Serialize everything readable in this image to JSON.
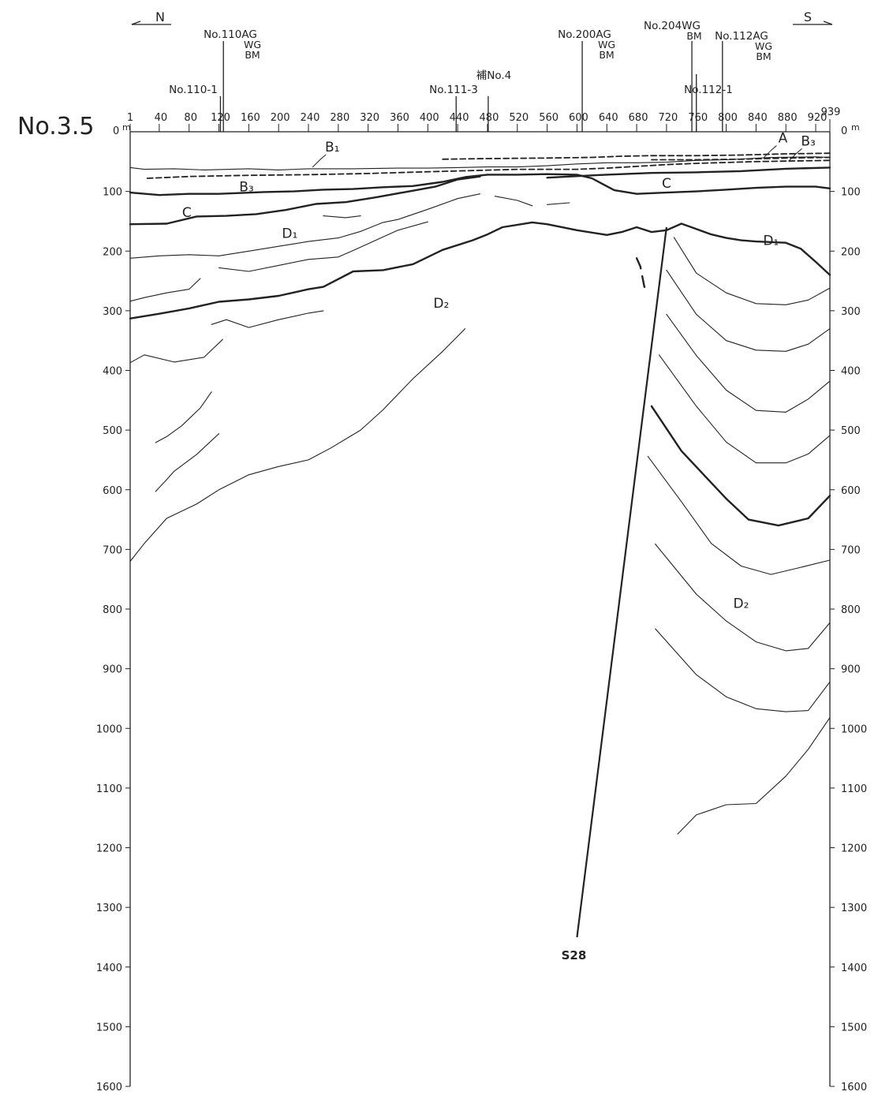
{
  "section_name": "No.3.5",
  "orientation": {
    "left": "N",
    "right": "S"
  },
  "distance_axis": {
    "unit": "m",
    "ticks": [
      "1",
      "40",
      "80",
      "120",
      "160",
      "200",
      "240",
      "280",
      "320",
      "360",
      "400",
      "440",
      "480",
      "520",
      "560",
      "600",
      "640",
      "680",
      "720",
      "760",
      "800",
      "840",
      "880",
      "920"
    ],
    "end_label": "939"
  },
  "depth_axis": {
    "unit": "m",
    "ticks": [
      "0",
      "100",
      "200",
      "300",
      "400",
      "500",
      "600",
      "700",
      "800",
      "900",
      "1000",
      "1100",
      "1200",
      "1300",
      "1400",
      "1500",
      "1600"
    ]
  },
  "boreholes": [
    {
      "name": "No.110-1",
      "distance_m": 122,
      "bottom_m": 145
    },
    {
      "name": "No.110AG",
      "extra_lines": [
        "WG",
        "BM"
      ],
      "distance_m": 126,
      "bottom_m": 145
    },
    {
      "name": "No.111-3",
      "distance_m": 438,
      "bottom_m": 45
    },
    {
      "name": "補No.4",
      "distance_m": 481,
      "bottom_m": 45
    },
    {
      "name": "No.200AG",
      "extra_lines": [
        "WG",
        "BM"
      ],
      "distance_m": 607,
      "bottom_m": 30
    },
    {
      "name": "No.204WG",
      "extra_lines": [
        "BM"
      ],
      "distance_m": 754,
      "bottom_m": 50
    },
    {
      "name": "No.112-1",
      "distance_m": 760,
      "bottom_m": 45
    },
    {
      "name": "No.112AG",
      "extra_lines": [
        "WG",
        "BM"
      ],
      "distance_m": 795,
      "bottom_m": 30
    }
  ],
  "unit_labels": [
    {
      "text": "A",
      "distance_m": 876,
      "depth_m": 10,
      "leader": true
    },
    {
      "text": "B₁",
      "distance_m": 272,
      "depth_m": 25,
      "leader": true
    },
    {
      "text": "B₃",
      "distance_m": 910,
      "depth_m": 15,
      "leader": true
    },
    {
      "text": "B₃",
      "distance_m": 157,
      "depth_m": 92
    },
    {
      "text": "C",
      "distance_m": 720,
      "depth_m": 86
    },
    {
      "text": "C",
      "distance_m": 77,
      "depth_m": 135
    },
    {
      "text": "D₁",
      "distance_m": 215,
      "depth_m": 170
    },
    {
      "text": "D₁",
      "distance_m": 860,
      "depth_m": 182
    },
    {
      "text": "D₂",
      "distance_m": 418,
      "depth_m": 287
    },
    {
      "text": "D₂",
      "distance_m": 820,
      "depth_m": 790
    }
  ],
  "fault": {
    "name": "S28",
    "top": {
      "distance_m": 720,
      "depth_m": 160
    },
    "bottom": {
      "distance_m": 600,
      "depth_m": 1350
    }
  },
  "lines": [
    {
      "style": "thin",
      "points": [
        [
          1,
          60
        ],
        [
          20,
          63
        ],
        [
          60,
          62
        ],
        [
          100,
          64
        ],
        [
          160,
          62
        ],
        [
          200,
          64
        ],
        [
          240,
          62
        ],
        [
          300,
          62
        ],
        [
          360,
          61
        ],
        [
          400,
          61
        ],
        [
          440,
          60
        ],
        [
          480,
          59
        ],
        [
          520,
          59
        ],
        [
          560,
          57
        ],
        [
          600,
          54
        ],
        [
          640,
          52
        ],
        [
          680,
          52
        ],
        [
          720,
          51
        ],
        [
          760,
          48
        ],
        [
          800,
          47
        ],
        [
          860,
          43
        ],
        [
          920,
          42
        ],
        [
          939,
          43
        ]
      ]
    },
    {
      "style": "dashed",
      "points": [
        [
          24,
          78
        ],
        [
          80,
          75
        ],
        [
          160,
          73
        ],
        [
          240,
          72
        ],
        [
          320,
          70
        ],
        [
          400,
          67
        ],
        [
          460,
          65
        ],
        [
          520,
          63
        ],
        [
          600,
          63
        ],
        [
          640,
          61
        ],
        [
          680,
          58
        ],
        [
          720,
          55
        ],
        [
          760,
          53
        ],
        [
          840,
          50
        ],
        [
          939,
          48
        ]
      ]
    },
    {
      "style": "dashed",
      "points": [
        [
          420,
          46
        ],
        [
          480,
          45
        ],
        [
          560,
          44
        ],
        [
          620,
          43
        ],
        [
          660,
          41
        ],
        [
          700,
          40
        ],
        [
          760,
          40
        ],
        [
          820,
          39
        ],
        [
          880,
          37
        ],
        [
          939,
          36
        ]
      ]
    },
    {
      "style": "dashed",
      "points": [
        [
          700,
          47
        ],
        [
          760,
          47
        ],
        [
          820,
          46
        ],
        [
          880,
          44
        ],
        [
          939,
          43
        ]
      ]
    },
    {
      "style": "thick",
      "points": [
        [
          1,
          102
        ],
        [
          40,
          106
        ],
        [
          80,
          104
        ],
        [
          120,
          104
        ],
        [
          180,
          101
        ],
        [
          220,
          100
        ],
        [
          260,
          97
        ],
        [
          300,
          96
        ],
        [
          340,
          93
        ],
        [
          380,
          91
        ],
        [
          420,
          84
        ],
        [
          450,
          76
        ],
        [
          480,
          72
        ],
        [
          520,
          72
        ],
        [
          560,
          71
        ],
        [
          600,
          72
        ],
        [
          620,
          78
        ],
        [
          650,
          98
        ],
        [
          680,
          104
        ],
        [
          720,
          102
        ],
        [
          760,
          100
        ],
        [
          800,
          97
        ],
        [
          840,
          94
        ],
        [
          880,
          92
        ],
        [
          920,
          92
        ],
        [
          939,
          95
        ]
      ]
    },
    {
      "style": "thick",
      "points": [
        [
          1,
          155
        ],
        [
          50,
          154
        ],
        [
          90,
          142
        ],
        [
          130,
          141
        ],
        [
          170,
          138
        ],
        [
          210,
          131
        ],
        [
          250,
          121
        ],
        [
          290,
          118
        ],
        [
          330,
          110
        ],
        [
          370,
          101
        ],
        [
          410,
          92
        ],
        [
          440,
          80
        ],
        [
          470,
          75
        ]
      ]
    },
    {
      "style": "thick",
      "points": [
        [
          560,
          77
        ],
        [
          640,
          72
        ],
        [
          700,
          69
        ],
        [
          760,
          68
        ],
        [
          820,
          66
        ],
        [
          880,
          62
        ],
        [
          939,
          60
        ]
      ]
    },
    {
      "style": "thin",
      "points": [
        [
          260,
          141
        ],
        [
          290,
          144
        ],
        [
          310,
          141
        ]
      ]
    },
    {
      "style": "thin",
      "points": [
        [
          490,
          108
        ],
        [
          520,
          115
        ],
        [
          540,
          124
        ]
      ]
    },
    {
      "style": "thin",
      "points": [
        [
          560,
          122
        ],
        [
          590,
          119
        ]
      ]
    },
    {
      "style": "thin",
      "points": [
        [
          1,
          212
        ],
        [
          40,
          208
        ],
        [
          80,
          206
        ],
        [
          120,
          208
        ],
        [
          160,
          200
        ],
        [
          200,
          192
        ],
        [
          240,
          184
        ],
        [
          280,
          178
        ],
        [
          310,
          167
        ],
        [
          340,
          152
        ],
        [
          360,
          147
        ],
        [
          400,
          130
        ],
        [
          440,
          112
        ],
        [
          470,
          104
        ]
      ]
    },
    {
      "style": "thin",
      "points": [
        [
          120,
          228
        ],
        [
          160,
          234
        ],
        [
          200,
          224
        ],
        [
          240,
          214
        ],
        [
          280,
          210
        ],
        [
          300,
          199
        ],
        [
          330,
          182
        ],
        [
          360,
          165
        ],
        [
          400,
          151
        ]
      ]
    },
    {
      "style": "thin",
      "points": [
        [
          1,
          284
        ],
        [
          20,
          278
        ],
        [
          50,
          270
        ],
        [
          80,
          264
        ],
        [
          95,
          246
        ]
      ]
    },
    {
      "style": "thick",
      "points": [
        [
          1,
          313
        ],
        [
          40,
          305
        ],
        [
          80,
          296
        ],
        [
          120,
          285
        ],
        [
          160,
          281
        ],
        [
          200,
          275
        ],
        [
          240,
          264
        ],
        [
          260,
          260
        ],
        [
          300,
          234
        ],
        [
          340,
          232
        ],
        [
          380,
          222
        ],
        [
          420,
          198
        ],
        [
          460,
          182
        ],
        [
          480,
          172
        ],
        [
          500,
          160
        ],
        [
          540,
          152
        ],
        [
          560,
          155
        ],
        [
          600,
          165
        ],
        [
          640,
          173
        ],
        [
          660,
          168
        ],
        [
          680,
          160
        ],
        [
          700,
          168
        ],
        [
          720,
          165
        ],
        [
          740,
          154
        ],
        [
          760,
          163
        ],
        [
          780,
          172
        ],
        [
          800,
          178
        ],
        [
          820,
          182
        ],
        [
          840,
          184
        ],
        [
          880,
          186
        ],
        [
          900,
          196
        ],
        [
          920,
          218
        ],
        [
          939,
          240
        ]
      ]
    },
    {
      "style": "thick-dashed",
      "points": [
        [
          680,
          212
        ],
        [
          685,
          226
        ],
        [
          690,
          258
        ],
        [
          693,
          270
        ]
      ]
    },
    {
      "style": "thin",
      "points": [
        [
          110,
          323
        ],
        [
          130,
          315
        ],
        [
          160,
          328
        ],
        [
          200,
          315
        ],
        [
          240,
          304
        ],
        [
          260,
          300
        ]
      ]
    },
    {
      "style": "thin",
      "points": [
        [
          1,
          387
        ],
        [
          20,
          374
        ],
        [
          60,
          386
        ],
        [
          100,
          378
        ],
        [
          125,
          348
        ]
      ]
    },
    {
      "style": "thin",
      "points": [
        [
          1,
          720
        ],
        [
          20,
          690
        ],
        [
          50,
          648
        ],
        [
          90,
          624
        ],
        [
          120,
          600
        ],
        [
          160,
          575
        ],
        [
          200,
          561
        ],
        [
          240,
          550
        ],
        [
          270,
          530
        ],
        [
          310,
          500
        ],
        [
          340,
          466
        ],
        [
          380,
          414
        ],
        [
          420,
          368
        ],
        [
          450,
          330
        ]
      ]
    },
    {
      "style": "thin",
      "points": [
        [
          35,
          521
        ],
        [
          50,
          511
        ],
        [
          70,
          493
        ],
        [
          95,
          463
        ],
        [
          110,
          436
        ]
      ]
    },
    {
      "style": "thin",
      "points": [
        [
          35,
          603
        ],
        [
          50,
          583
        ],
        [
          60,
          569
        ],
        [
          90,
          541
        ],
        [
          120,
          506
        ]
      ]
    },
    {
      "style": "thin",
      "points": [
        [
          730,
          177
        ],
        [
          760,
          237
        ],
        [
          800,
          270
        ],
        [
          840,
          288
        ],
        [
          880,
          290
        ],
        [
          910,
          282
        ],
        [
          939,
          262
        ]
      ]
    },
    {
      "style": "thin",
      "points": [
        [
          720,
          232
        ],
        [
          760,
          306
        ],
        [
          800,
          350
        ],
        [
          840,
          366
        ],
        [
          880,
          368
        ],
        [
          910,
          356
        ],
        [
          939,
          330
        ]
      ]
    },
    {
      "style": "thin",
      "points": [
        [
          720,
          306
        ],
        [
          760,
          375
        ],
        [
          800,
          433
        ],
        [
          840,
          467
        ],
        [
          880,
          470
        ],
        [
          910,
          448
        ],
        [
          939,
          418
        ]
      ]
    },
    {
      "style": "thin",
      "points": [
        [
          710,
          374
        ],
        [
          760,
          460
        ],
        [
          800,
          520
        ],
        [
          840,
          555
        ],
        [
          880,
          555
        ],
        [
          910,
          540
        ],
        [
          939,
          509
        ]
      ]
    },
    {
      "style": "thick",
      "points": [
        [
          700,
          460
        ],
        [
          740,
          535
        ],
        [
          800,
          615
        ],
        [
          830,
          650
        ],
        [
          870,
          660
        ],
        [
          910,
          648
        ],
        [
          939,
          610
        ]
      ]
    },
    {
      "style": "thin",
      "points": [
        [
          695,
          544
        ],
        [
          740,
          620
        ],
        [
          780,
          690
        ],
        [
          820,
          728
        ],
        [
          860,
          742
        ],
        [
          900,
          730
        ],
        [
          939,
          718
        ]
      ]
    },
    {
      "style": "thin",
      "points": [
        [
          705,
          691
        ],
        [
          760,
          775
        ],
        [
          800,
          820
        ],
        [
          840,
          855
        ],
        [
          880,
          870
        ],
        [
          910,
          866
        ],
        [
          939,
          823
        ]
      ]
    },
    {
      "style": "thin",
      "points": [
        [
          705,
          833
        ],
        [
          760,
          910
        ],
        [
          800,
          947
        ],
        [
          840,
          967
        ],
        [
          880,
          972
        ],
        [
          910,
          970
        ],
        [
          939,
          922
        ]
      ]
    },
    {
      "style": "thin",
      "points": [
        [
          735,
          1177
        ],
        [
          760,
          1145
        ],
        [
          800,
          1128
        ],
        [
          840,
          1126
        ],
        [
          880,
          1080
        ],
        [
          910,
          1035
        ],
        [
          939,
          982
        ]
      ]
    }
  ]
}
